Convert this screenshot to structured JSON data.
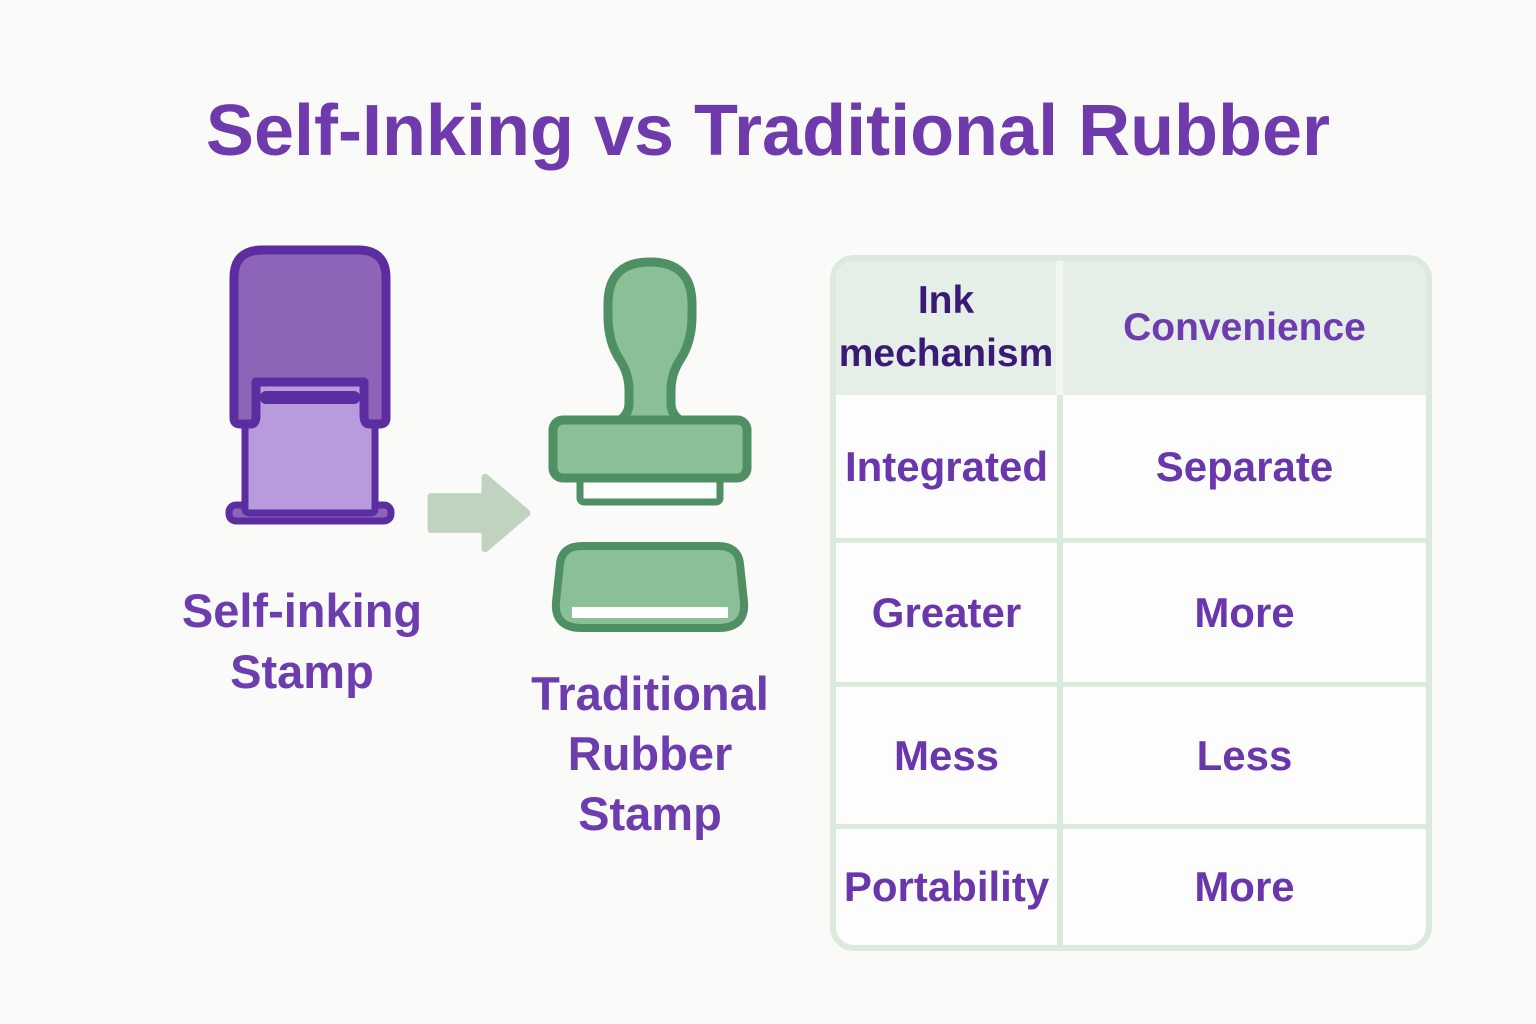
{
  "title": "Self-Inking vs Traditional Rubber",
  "labels": {
    "self_inking": [
      "Self-inking",
      "Stamp"
    ],
    "traditional": [
      "Traditional",
      "Rubber",
      "Stamp"
    ]
  },
  "icons": {
    "left_illustration": "self-inking-stamp-icon",
    "middle_illustration": "arrow-right-icon",
    "right_illustration": "traditional-rubber-stamp-icon"
  },
  "table": {
    "headers": [
      "Ink mechanism",
      "Convenience"
    ],
    "rows": [
      [
        "Integrated",
        "Separate"
      ],
      [
        "Greater",
        "More"
      ],
      [
        "Mess",
        "Less"
      ],
      [
        "Portability",
        "More"
      ]
    ]
  },
  "colors": {
    "background": "#fafaf8",
    "title_purple": "#6f3aab",
    "label_purple": "#6d3cae",
    "header_dark_purple": "#3a1a75",
    "header_purple": "#6d3cb0",
    "cell_purple": "#6936ac",
    "table_header_bg": "#e5eee7",
    "table_body_bg": "#fcfdfc",
    "table_border": "#dceade",
    "table_divider": "#dceade",
    "header_divider": "#f2f7f2",
    "stamp_purple_dark": "#5b2da0",
    "stamp_purple_mid": "#8c64b8",
    "stamp_purple_light": "#b89bdd",
    "stamp_green_dark": "#4e8f63",
    "stamp_green_fill": "#8abf97",
    "arrow_green": "#c0d3c1"
  }
}
